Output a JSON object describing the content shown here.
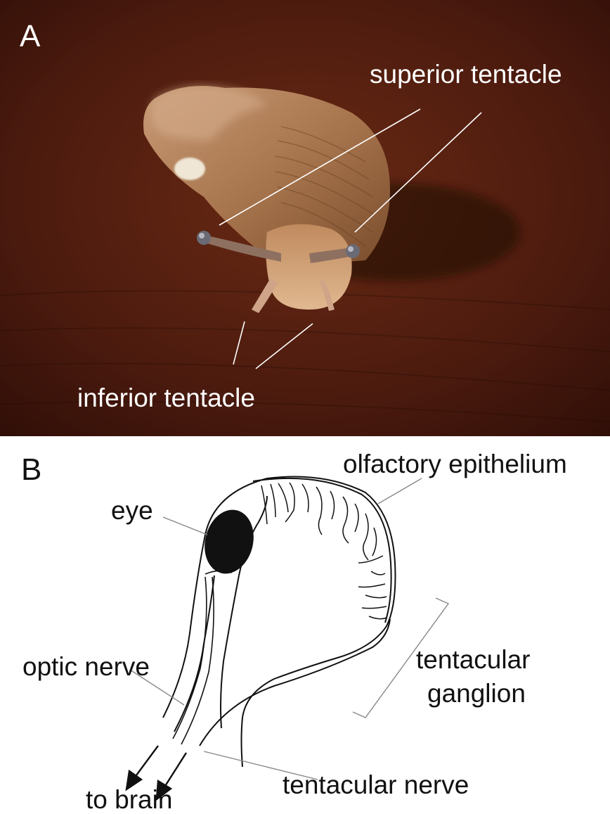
{
  "panel_a": {
    "letter": "A",
    "labels": {
      "superior_tentacle": "superior tentacle",
      "inferior_tentacle": "inferior tentacle"
    }
  },
  "panel_b": {
    "letter": "B",
    "labels": {
      "eye": "eye",
      "olfactory_epithelium": "olfactory epithelium",
      "optic_nerve": "optic nerve",
      "tentacular_ganglion_line1": "tentacular",
      "tentacular_ganglion_line2": "ganglion",
      "tentacular_nerve": "tentacular nerve",
      "to_brain": "to brain"
    }
  },
  "colors": {
    "photo_background": "#4a1a0e",
    "slug_body": "#a8764e",
    "label_text_light": "#ffffff",
    "diagram_ink": "#111111",
    "leader_line_gray": "#888888"
  }
}
